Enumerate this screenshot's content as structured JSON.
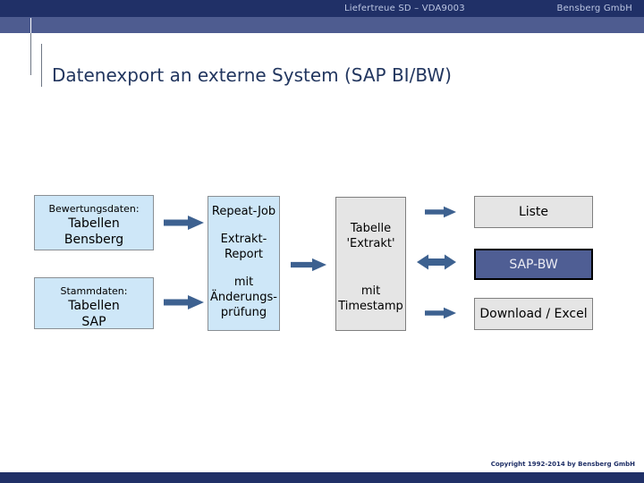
{
  "header": {
    "title": "Liefertreue SD – VDA9003",
    "company": "Bensberg GmbH"
  },
  "slide": {
    "title": "Datenexport an externe System (SAP BI/BW)"
  },
  "diagram": {
    "sources": [
      {
        "heading": "Bewertungsdaten:",
        "lines": [
          "Tabellen",
          "Bensberg"
        ]
      },
      {
        "heading": "Stammdaten:",
        "lines": [
          "Tabellen",
          "SAP"
        ]
      }
    ],
    "process_box": {
      "lines": [
        "Repeat-Job",
        "Extrakt-",
        "Report",
        "mit",
        "Änderungs-",
        "prüfung"
      ]
    },
    "extract_box": {
      "lines": [
        "Tabelle",
        "'Extrakt'",
        "mit",
        "Timestamp"
      ]
    },
    "output_boxes": [
      {
        "label": "Liste"
      },
      {
        "label": "SAP-BW"
      },
      {
        "label": "Download / Excel"
      }
    ]
  },
  "footer": {
    "copyright": "Copyright 1992-2014 by Bensberg GmbH"
  },
  "colors": {
    "bar_navy": "#203067",
    "strip_blue": "#4e5c90",
    "title_navy": "#22365f",
    "box_light_blue": "#cee7f8",
    "box_gray": "#e5e5e5",
    "box_dark_blue": "#4f5e94",
    "arrow_blue": "#3d6190"
  }
}
